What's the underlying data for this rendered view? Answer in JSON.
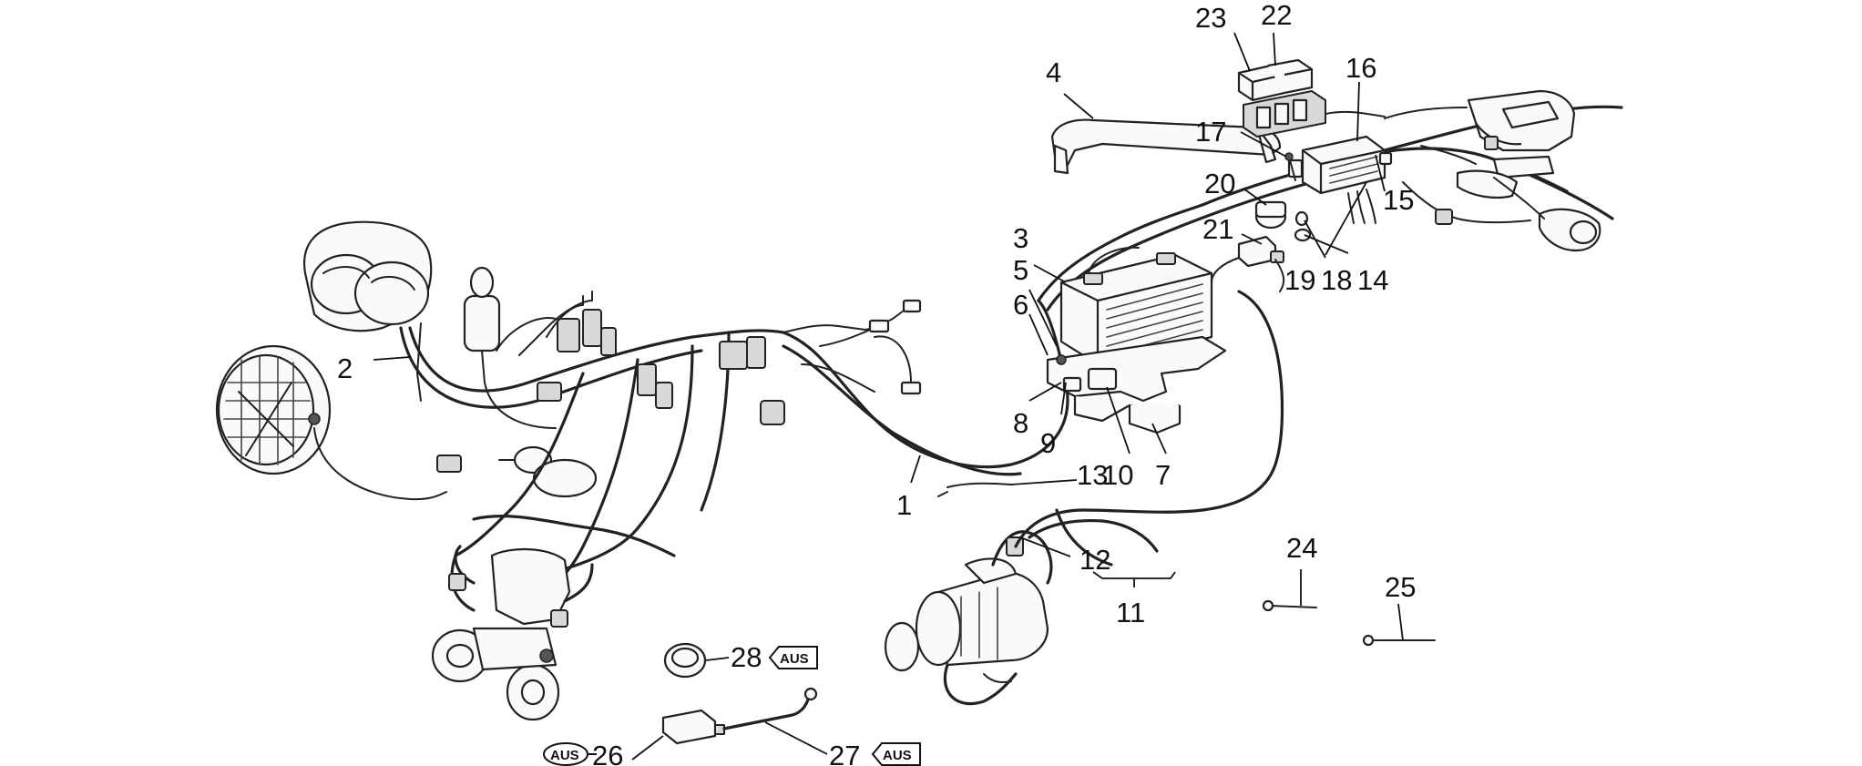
{
  "callouts": {
    "c1": "1",
    "c2": "2",
    "c3": "3",
    "c4": "4",
    "c5": "5",
    "c6": "6",
    "c7": "7",
    "c8": "8",
    "c9": "9",
    "c10": "10",
    "c11": "11",
    "c12": "12",
    "c13": "13",
    "c14": "14",
    "c15": "15",
    "c16": "16",
    "c17": "17",
    "c18": "18",
    "c19": "19",
    "c20": "20",
    "c21": "21",
    "c22": "22",
    "c23": "23",
    "c24": "24",
    "c25": "25",
    "c26": "26",
    "c27": "27",
    "c28": "28"
  },
  "badges": {
    "b26": "AUS",
    "b27": "AUS",
    "b28": "AUS"
  }
}
